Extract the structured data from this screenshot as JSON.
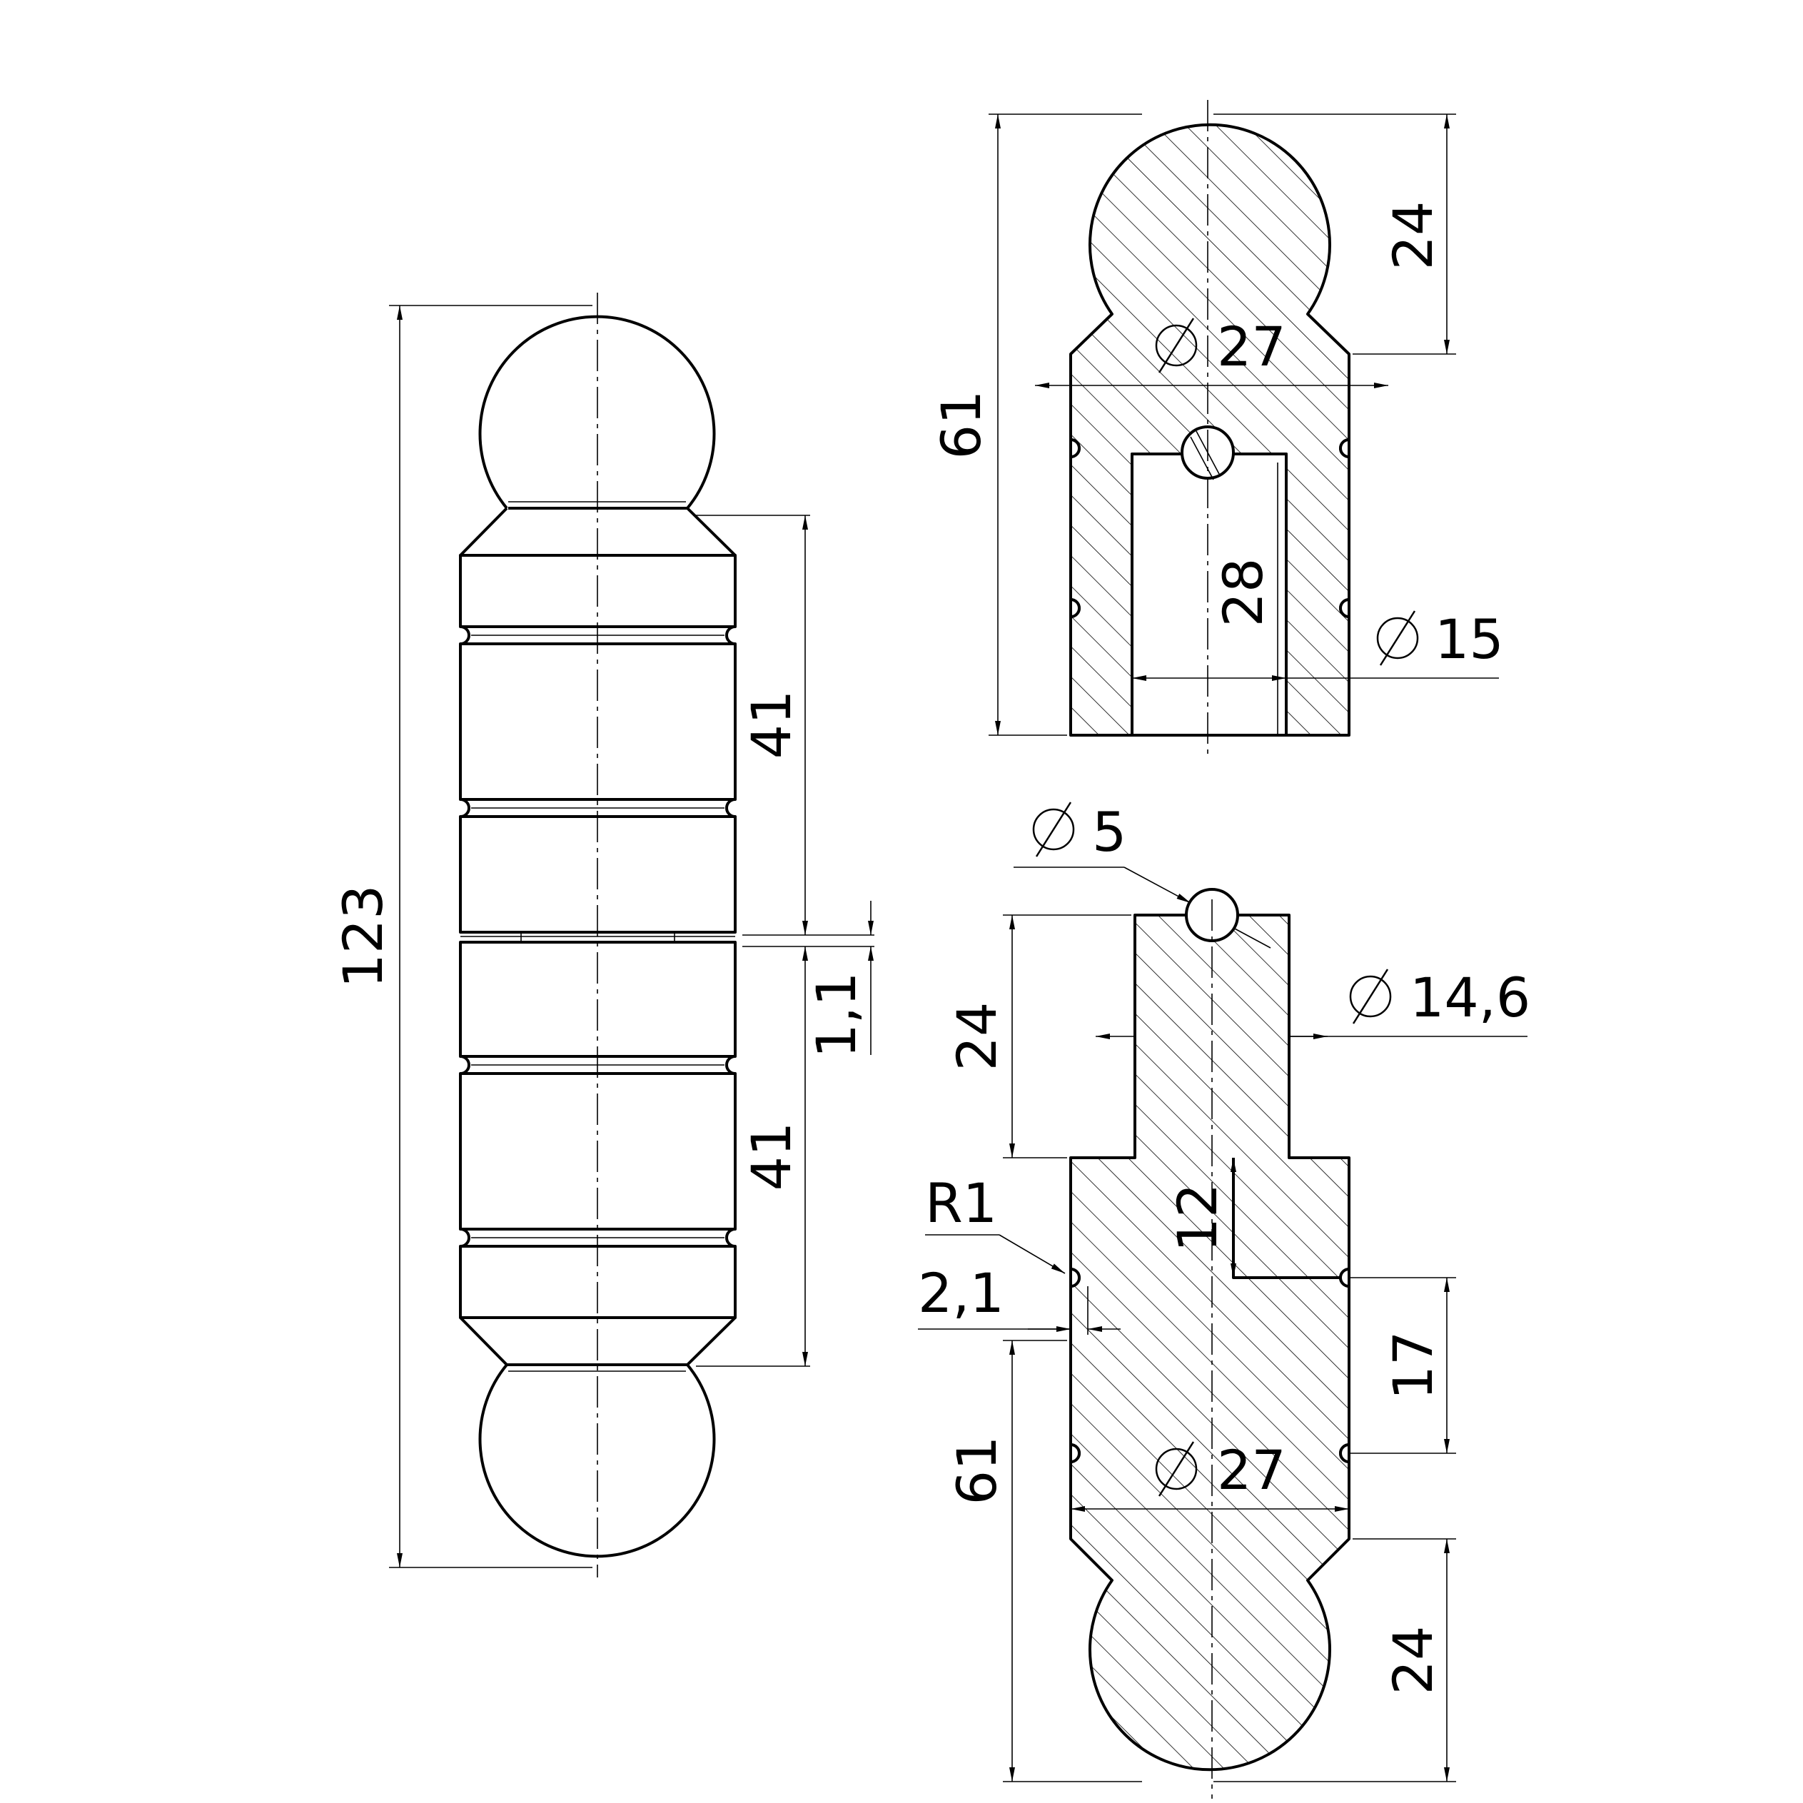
{
  "dimensions": {
    "overall_length": "123",
    "section_length_upper": "41",
    "section_length_lower": "41",
    "gap": "1,1",
    "top_part_length": "61",
    "top_ball_height": "24",
    "top_diameter": "27",
    "bore_depth": "28",
    "bore_diameter": "15",
    "pin_diameter": "5",
    "pin_label_prefix": "",
    "stem_length": "24",
    "stem_diameter": "14,6",
    "step_depth": "12",
    "groove_radius": "R1",
    "groove_depth": "2,1",
    "groove_spacing": "17",
    "bottom_part_length": "61",
    "bottom_diameter": "27",
    "bottom_ball_height": "24"
  },
  "symbols": {
    "diameter": "diameter-symbol"
  }
}
